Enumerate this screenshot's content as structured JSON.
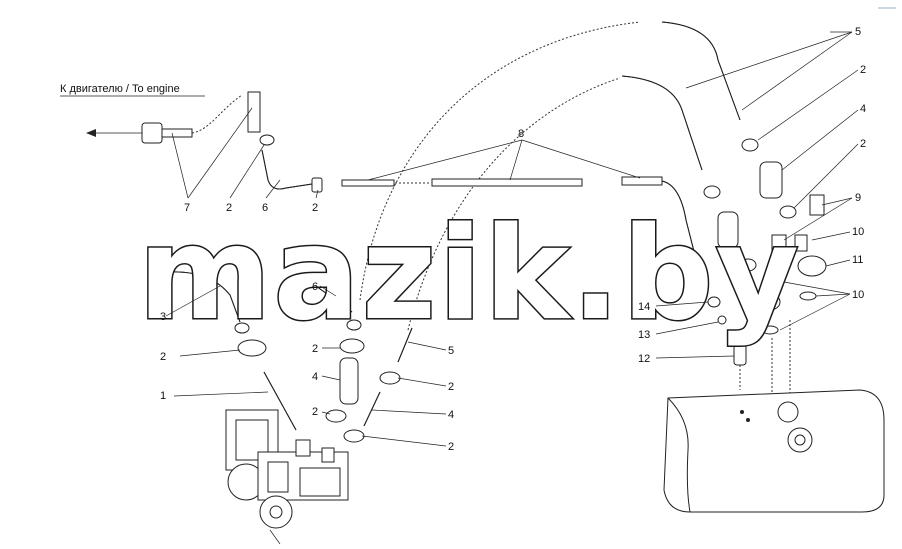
{
  "engine_label": "К двигателю / To engine",
  "watermark": "mazik.by",
  "callouts": [
    {
      "id": "c5a",
      "text": "5"
    },
    {
      "id": "c2a",
      "text": "2"
    },
    {
      "id": "c4a",
      "text": "4"
    },
    {
      "id": "c2b",
      "text": "2"
    },
    {
      "id": "c9",
      "text": "9"
    },
    {
      "id": "c10a",
      "text": "10"
    },
    {
      "id": "c11",
      "text": "11"
    },
    {
      "id": "c10b",
      "text": "10"
    },
    {
      "id": "c8",
      "text": "8"
    },
    {
      "id": "c7",
      "text": "7"
    },
    {
      "id": "c2c",
      "text": "2"
    },
    {
      "id": "c6a",
      "text": "6"
    },
    {
      "id": "c2d",
      "text": "2"
    },
    {
      "id": "c3",
      "text": "3"
    },
    {
      "id": "c6b",
      "text": "6"
    },
    {
      "id": "c2e",
      "text": "2"
    },
    {
      "id": "c1",
      "text": "1"
    },
    {
      "id": "c2f",
      "text": "2"
    },
    {
      "id": "c4b",
      "text": "4"
    },
    {
      "id": "c5b",
      "text": "5"
    },
    {
      "id": "c2g",
      "text": "2"
    },
    {
      "id": "c4c",
      "text": "4"
    },
    {
      "id": "c2h",
      "text": "2"
    },
    {
      "id": "c2i",
      "text": "2"
    },
    {
      "id": "c14",
      "text": "14"
    },
    {
      "id": "c13",
      "text": "13"
    },
    {
      "id": "c12",
      "text": "12"
    }
  ]
}
